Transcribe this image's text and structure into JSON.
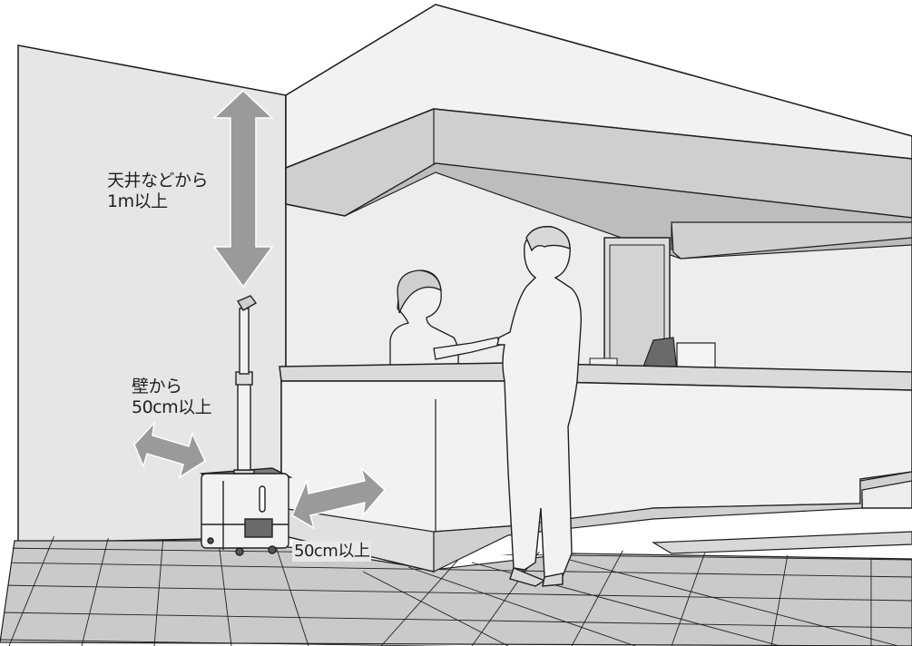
{
  "labels": {
    "ceiling_line1": "天井などから",
    "ceiling_line2": "1m以上",
    "wall_line1": "壁から",
    "wall_line2": "50cm以上",
    "side": "50cm以上"
  },
  "colors": {
    "wall": "#e6e6e6",
    "ceiling_face": "#d2d2d2",
    "floor": "#c9c9c9",
    "arrow": "#9a9a9a",
    "line": "#231f20"
  },
  "icons": {
    "vertical_clearance": "double-arrow-vertical-icon",
    "wall_clearance": "double-arrow-diagonal-icon",
    "side_clearance": "double-arrow-diagonal-icon",
    "device": "humidifier-icon"
  }
}
